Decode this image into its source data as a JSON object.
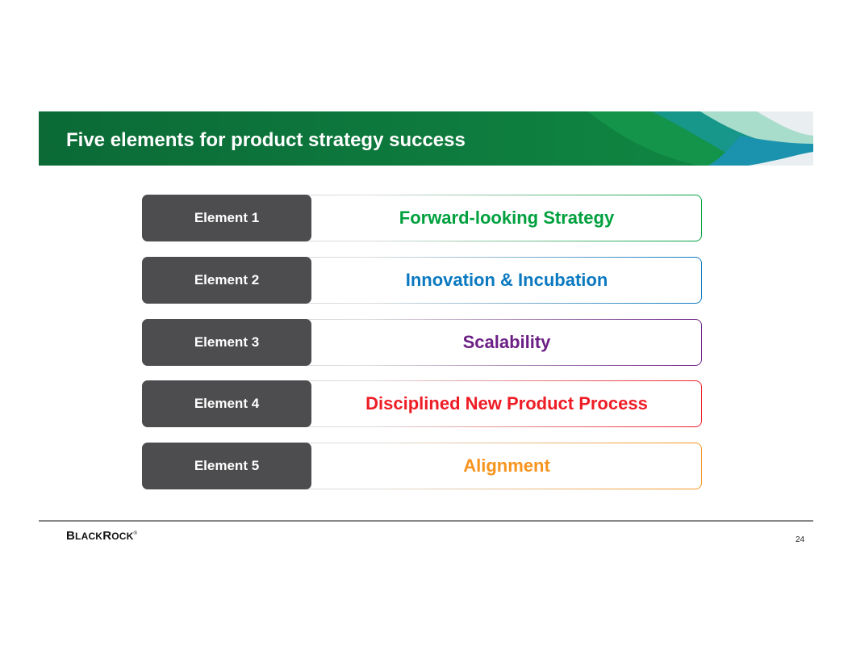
{
  "header": {
    "title": "Five elements for product strategy success"
  },
  "elements": [
    {
      "label": "Element 1",
      "name": "Forward-looking Strategy",
      "color": "#00a03e"
    },
    {
      "label": "Element 2",
      "name": "Innovation & Incubation",
      "color": "#0a79c0"
    },
    {
      "label": "Element 3",
      "name": "Scalability",
      "color": "#6c1f85"
    },
    {
      "label": "Element 4",
      "name": "Disciplined New Product Process",
      "color": "#ee1c25"
    },
    {
      "label": "Element 5",
      "name": "Alignment",
      "color": "#f6941e"
    }
  ],
  "footer": {
    "logo": "BlackRock",
    "page_number": "24"
  }
}
